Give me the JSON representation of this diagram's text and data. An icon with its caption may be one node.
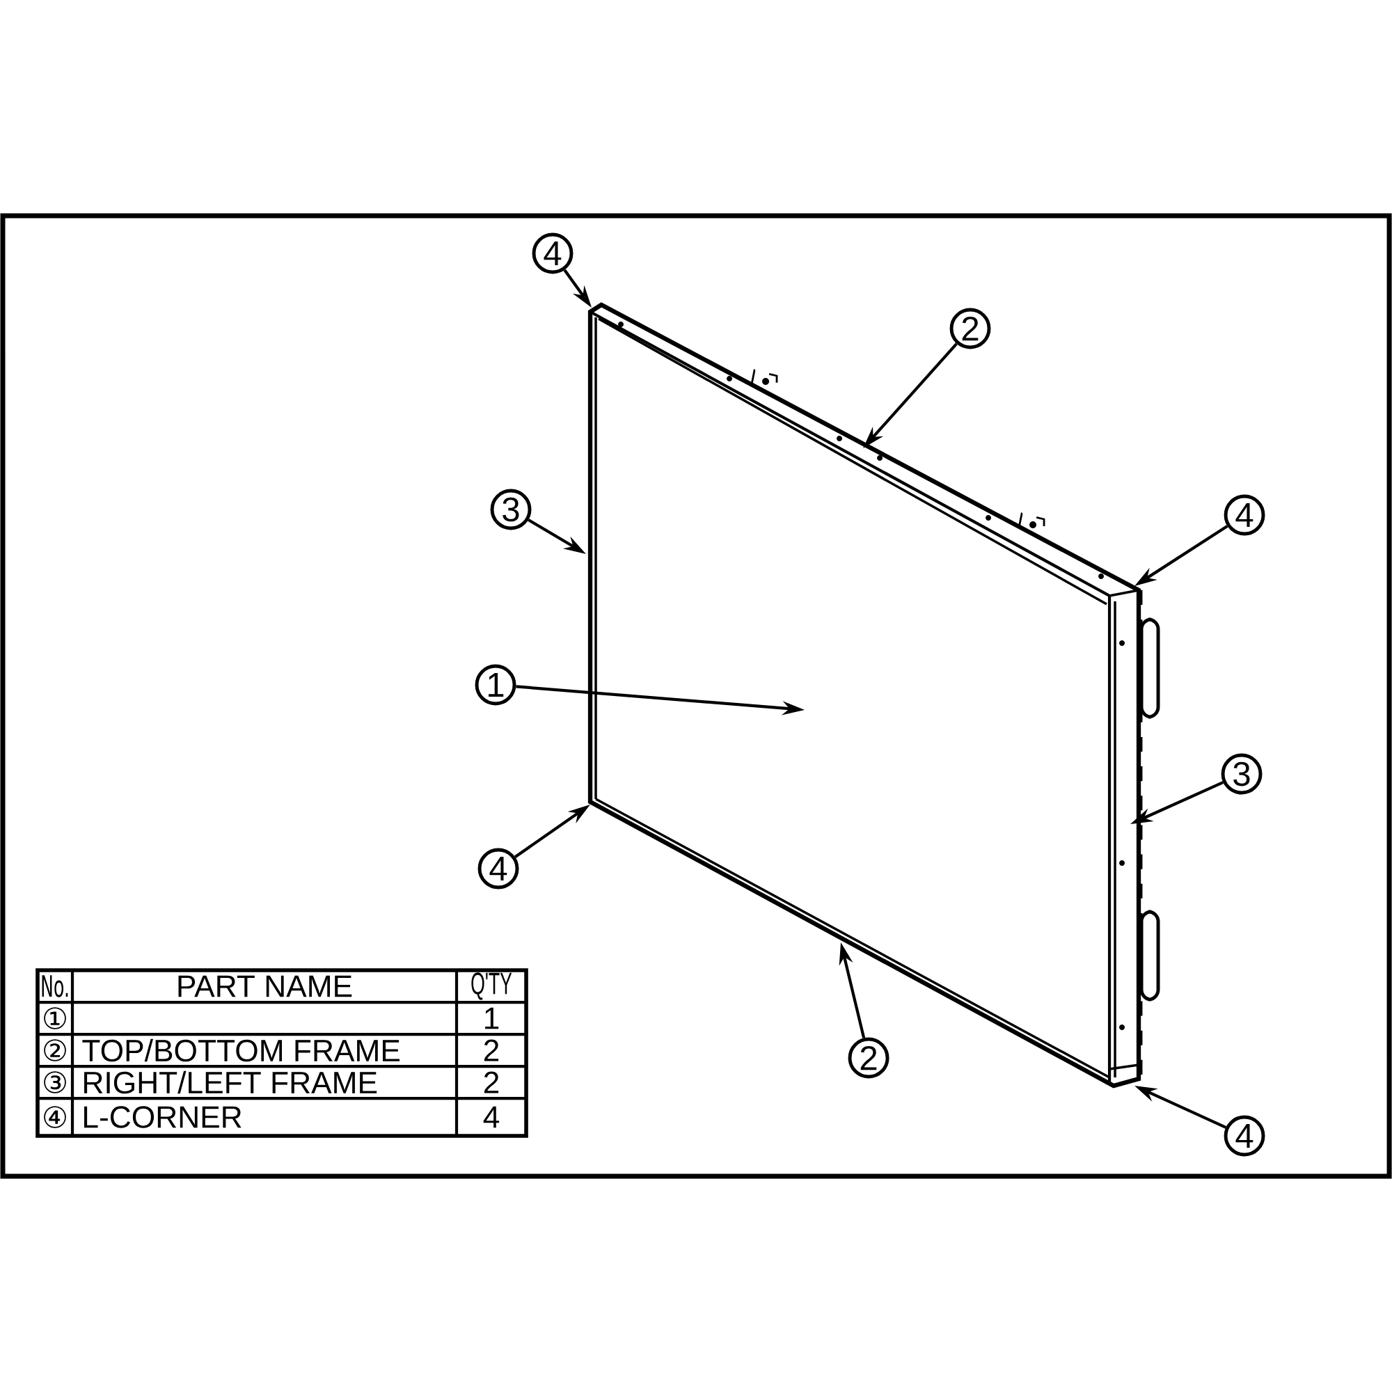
{
  "diagram": {
    "nodes": [
      {
        "text": [
          "4"
        ]
      },
      {
        "text": [
          "2"
        ]
      },
      {
        "text": [
          "3"
        ]
      },
      {
        "text": [
          "4"
        ]
      },
      {
        "text": [
          "1"
        ]
      },
      {
        "text": [
          "3"
        ]
      },
      {
        "text": [
          "4"
        ]
      },
      {
        "text": [
          "2"
        ]
      },
      {
        "text": [
          "4"
        ]
      }
    ],
    "edges": [
      {
        "from": 0,
        "to": null,
        "arrow": "to"
      },
      {
        "from": 1,
        "to": null,
        "arrow": "to"
      },
      {
        "from": 2,
        "to": null,
        "arrow": "to"
      },
      {
        "from": 3,
        "to": null,
        "arrow": "to"
      },
      {
        "from": 4,
        "to": null,
        "arrow": "to"
      },
      {
        "from": 5,
        "to": null,
        "arrow": "to"
      },
      {
        "from": 6,
        "to": null,
        "arrow": "to"
      },
      {
        "from": 7,
        "to": null,
        "arrow": "to"
      },
      {
        "from": 8,
        "to": null,
        "arrow": "to"
      }
    ],
    "labels": [
      "No.",
      "PART NAME",
      "Q'TY",
      "①",
      "1",
      "②",
      "TOP/BOTTOM FRAME",
      "2",
      "③",
      "RIGHT/LEFT FRAME",
      "2",
      "④",
      "L-CORNER",
      "4"
    ]
  }
}
